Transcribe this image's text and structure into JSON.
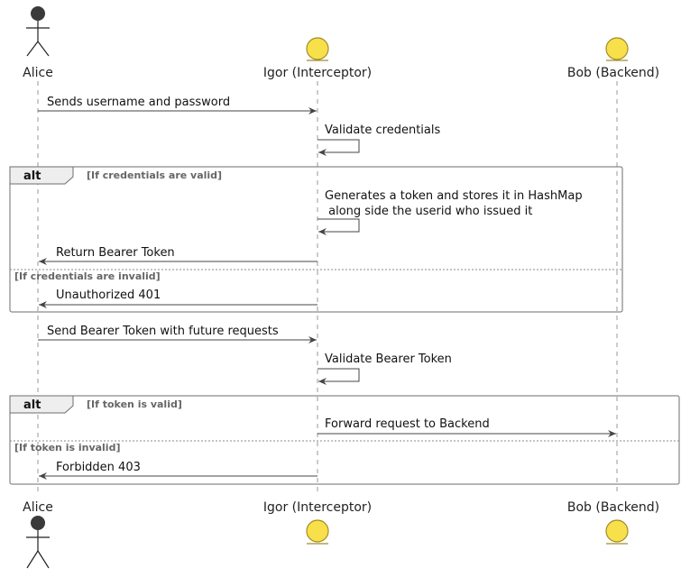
{
  "participants": {
    "alice": "Alice",
    "igor": "Igor (Interceptor)",
    "bob": "Bob (Backend)"
  },
  "messages": {
    "m1": "Sends username and password",
    "m2": "Validate credentials",
    "m3_line1": "Generates a token and stores it in HashMap",
    "m3_line2": " along side the userid who issued it",
    "m4": "Return Bearer Token",
    "m5": "Unauthorized 401",
    "m6": "Send Bearer Token with future requests",
    "m7": "Validate Bearer Token",
    "m8": "Forward request to Backend",
    "m9": "Forbidden 403"
  },
  "alt1": {
    "label": "alt",
    "guard1": "[If credentials are valid]",
    "guard2": "[If credentials are invalid]"
  },
  "alt2": {
    "label": "alt",
    "guard1": "[If token is valid]",
    "guard2": "[If token is invalid]"
  },
  "colors": {
    "entity_fill": "#f8e04a",
    "line": "#444444"
  }
}
